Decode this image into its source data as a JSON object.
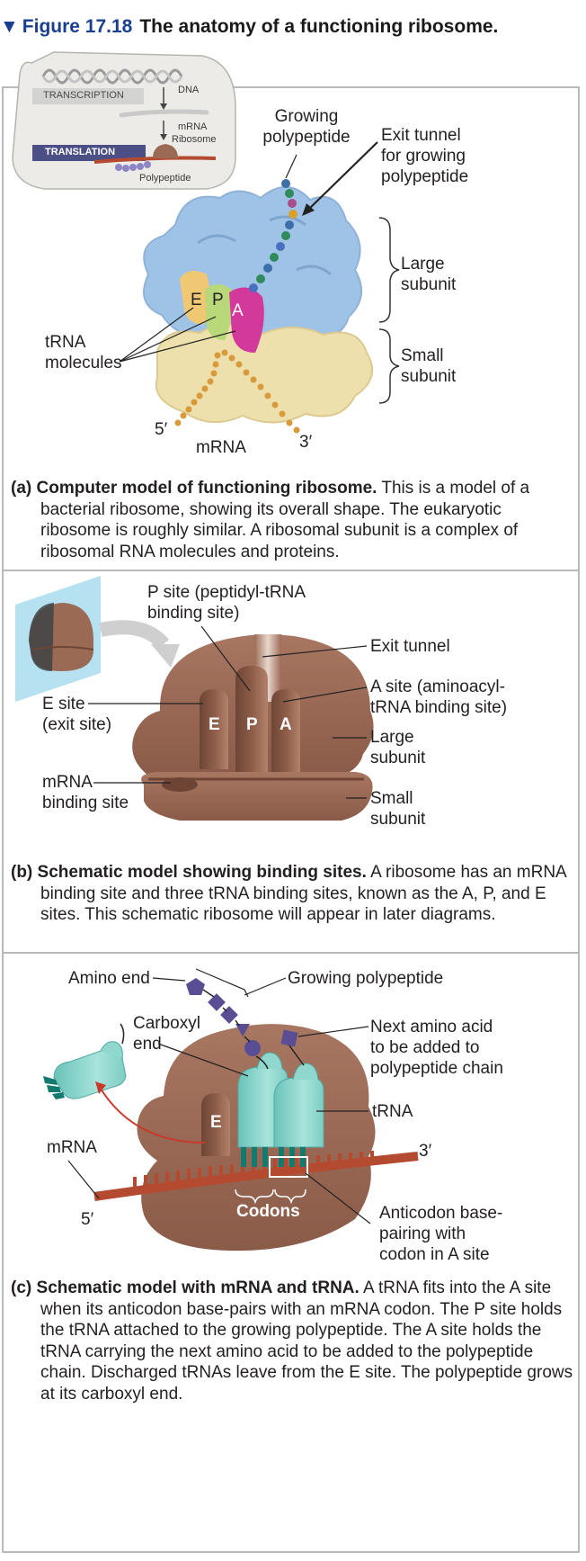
{
  "header": {
    "arrow": "▼",
    "figure_number": "Figure 17.18",
    "title": "The anatomy of a functioning ribosome."
  },
  "inset": {
    "transcription": "TRANSCRIPTION",
    "translation": "TRANSLATION",
    "dna": "DNA",
    "mrna": "mRNA",
    "ribosome": "Ribosome",
    "polypeptide": "Polypeptide"
  },
  "panel_a": {
    "growing_polypeptide": [
      "Growing",
      "polypeptide"
    ],
    "exit_tunnel": [
      "Exit tunnel",
      "for growing",
      "polypeptide"
    ],
    "large_subunit": [
      "Large",
      "subunit"
    ],
    "small_subunit": [
      "Small",
      "subunit"
    ],
    "trna_molecules": [
      "tRNA",
      "molecules"
    ],
    "site_e": "E",
    "site_p": "P",
    "site_a": "A",
    "five_prime": "5′",
    "three_prime": "3′",
    "mrna": "mRNA",
    "caption_label": "(a)",
    "caption_bold": "Computer model of functioning ribosome.",
    "caption_text": " This is a model of a bacterial ribosome, showing its overall shape. The eukaryotic ribosome is roughly similar. A ribosomal subunit is a complex of ribosomal RNA molecules and proteins."
  },
  "panel_b": {
    "p_site": [
      "P site (peptidyl-tRNA",
      "binding site)"
    ],
    "exit_tunnel": "Exit tunnel",
    "a_site": [
      "A site (aminoacyl-",
      "tRNA binding site)"
    ],
    "e_site": [
      "E site",
      "(exit site)"
    ],
    "large_subunit": [
      "Large",
      "subunit"
    ],
    "mrna_binding_site": [
      "mRNA",
      "binding site"
    ],
    "small_subunit": [
      "Small",
      "subunit"
    ],
    "site_e": "E",
    "site_p": "P",
    "site_a": "A",
    "caption_label": "(b)",
    "caption_bold": "Schematic model showing binding sites.",
    "caption_text": " A ribosome has an mRNA binding site and three tRNA binding sites, known as the A, P, and E sites. This schematic ribosome will appear in later diagrams."
  },
  "panel_c": {
    "amino_end": "Amino end",
    "growing_polypeptide": "Growing polypeptide",
    "carboxyl_end": [
      "Carboxyl",
      "end"
    ],
    "next_amino_acid": [
      "Next amino acid",
      "to be added to",
      "polypeptide chain"
    ],
    "trna": "tRNA",
    "mrna": "mRNA",
    "site_e": "E",
    "three_prime": "3′",
    "five_prime": "5′",
    "codons": "Codons",
    "anticodon": [
      "Anticodon base-",
      "pairing with",
      "codon in A site"
    ],
    "caption_label": "(c)",
    "caption_bold": "Schematic model with mRNA and tRNA.",
    "caption_text": " A tRNA fits into the A site when its anticodon base-pairs with an mRNA codon. The P site holds the tRNA attached to the growing polypeptide. The A site holds the tRNA carrying the next amino acid to be added to the polypeptide chain. Discharged tRNAs leave from the E site. The polypeptide grows at its carboxyl end."
  },
  "colors": {
    "header_blue": "#1b3f8f",
    "ribosome_brown": "#9b6a55",
    "large_subunit_blue": "#9fc3e6",
    "small_subunit_yellow": "#ede0ad",
    "trna_teal": "#8fd7cf",
    "mrna_red": "#b44a2f",
    "polypeptide_purple": "#5a4d93",
    "translation_tag": "#4c4f86",
    "frame_gray": "#b9b9b9"
  }
}
